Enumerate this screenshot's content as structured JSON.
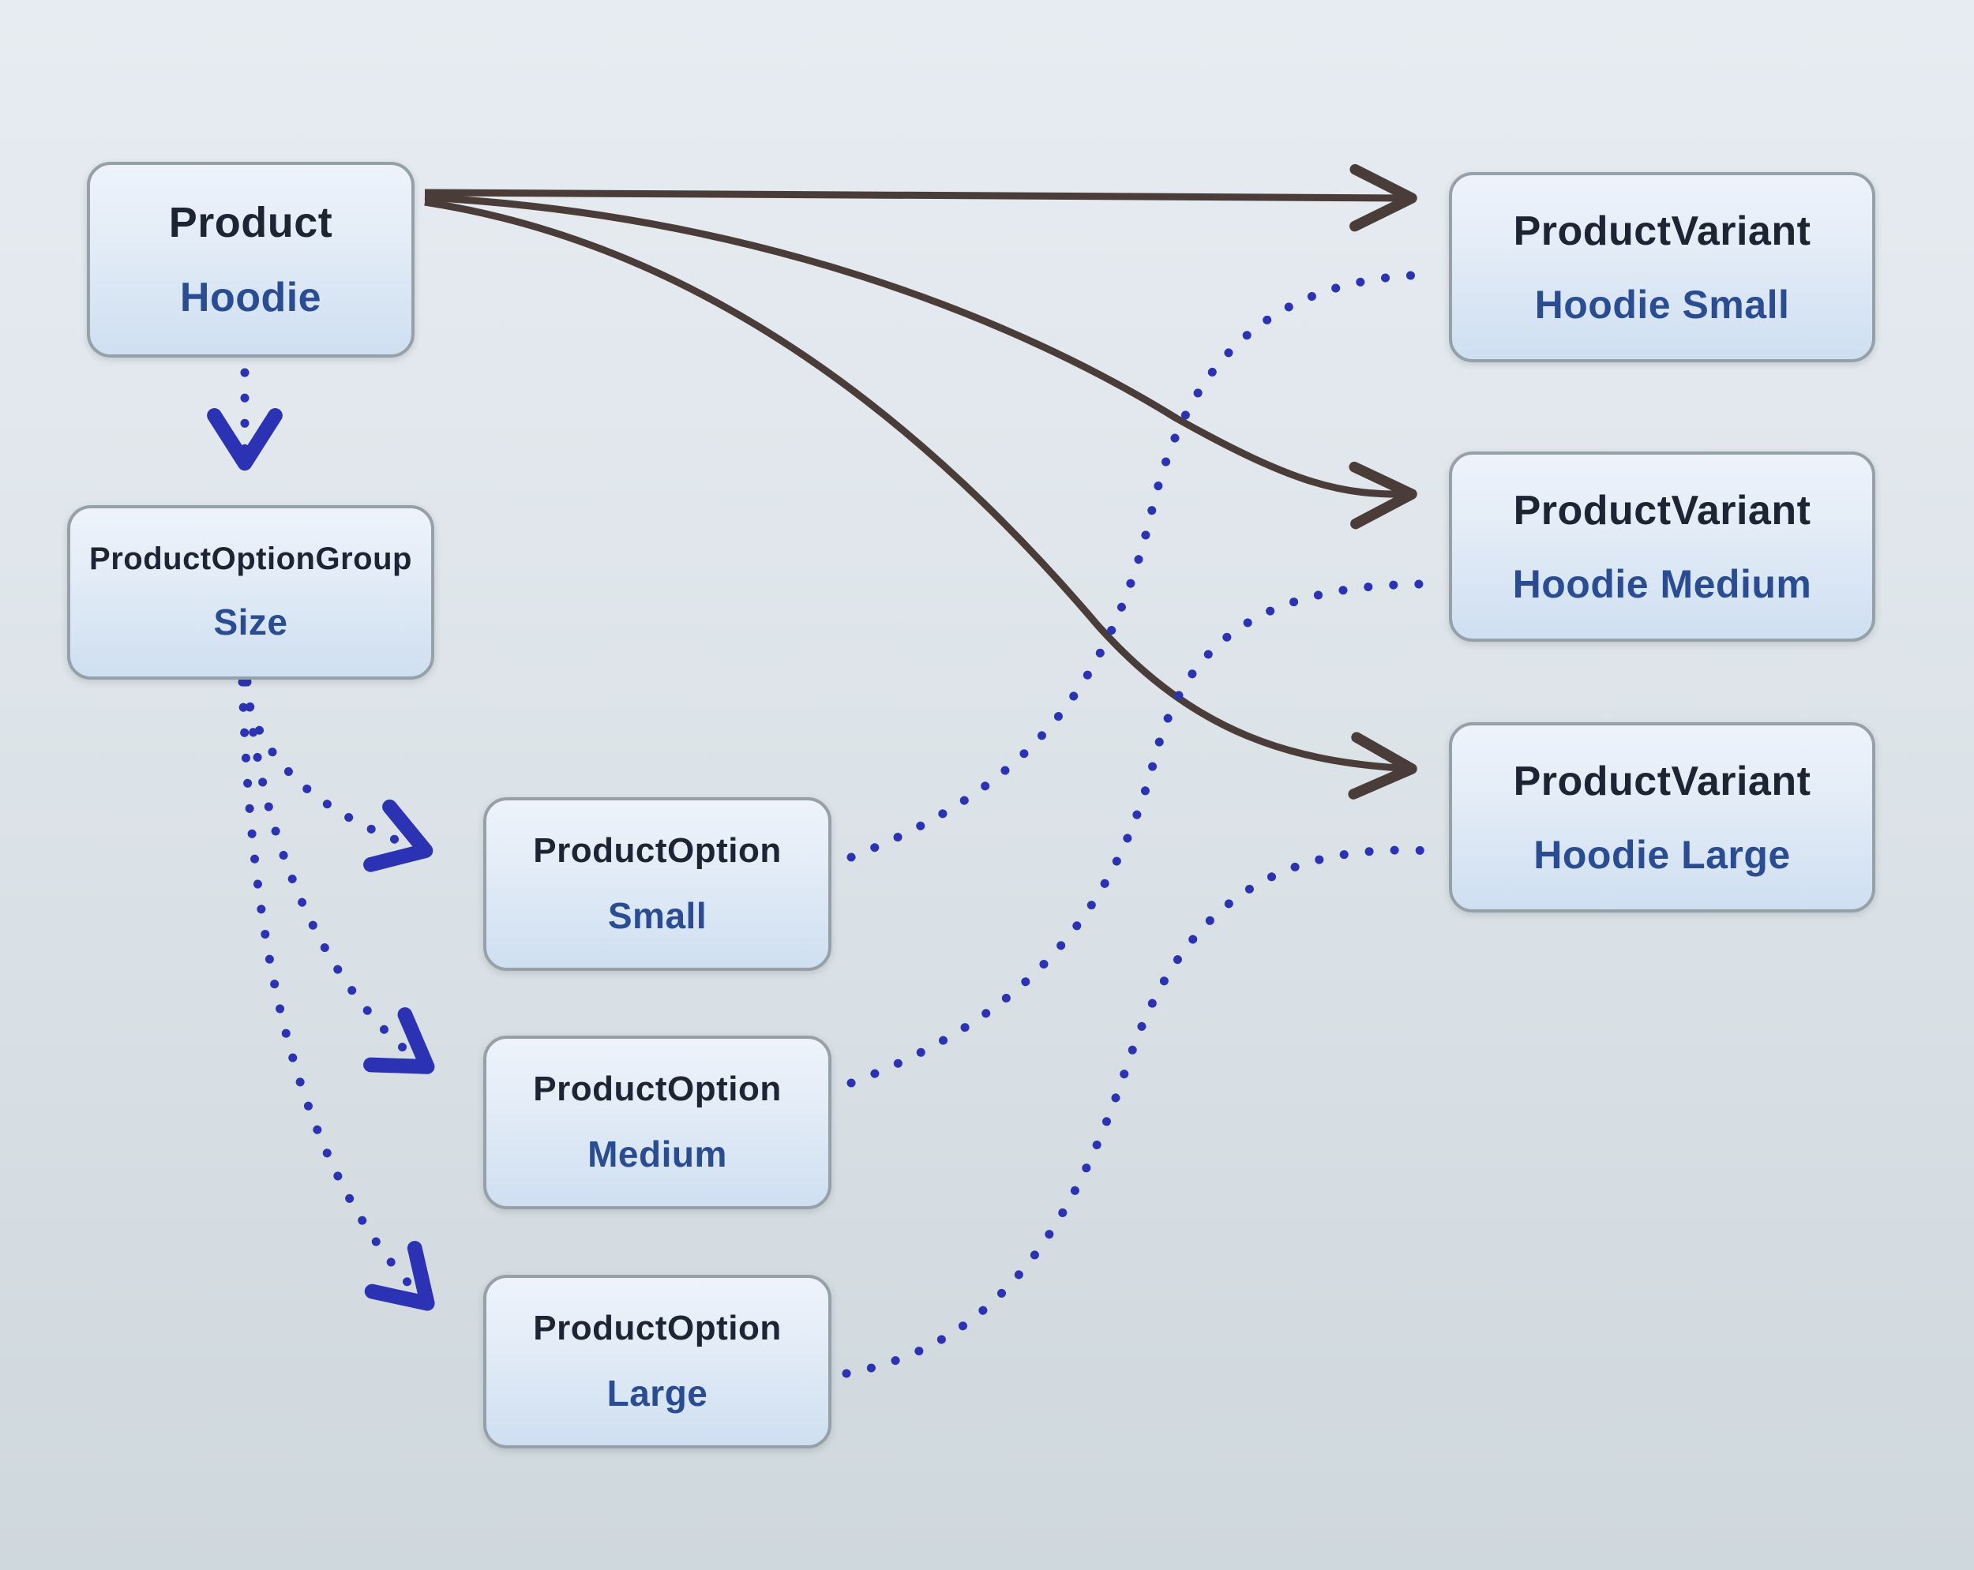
{
  "diagram": {
    "colors": {
      "background_top": "#e6ecf1",
      "background_bottom": "#cfd8dd",
      "node_fill_top": "#eef3fb",
      "node_fill_bottom": "#cfdff1",
      "node_border": "#95a0a8",
      "node_type_text": "#1d2433",
      "node_label_text": "#2a4c92",
      "solid_edge": "#4a3c38",
      "dotted_edge": "#2b32b4"
    },
    "nodes": [
      {
        "id": "product",
        "type": "Product",
        "label": "Hoodie"
      },
      {
        "id": "product-option-group",
        "type": "ProductOptionGroup",
        "label": "Size"
      },
      {
        "id": "product-option-small",
        "type": "ProductOption",
        "label": "Small"
      },
      {
        "id": "product-option-medium",
        "type": "ProductOption",
        "label": "Medium"
      },
      {
        "id": "product-option-large",
        "type": "ProductOption",
        "label": "Large"
      },
      {
        "id": "product-variant-small",
        "type": "ProductVariant",
        "label": "Hoodie Small"
      },
      {
        "id": "product-variant-medium",
        "type": "ProductVariant",
        "label": "Hoodie Medium"
      },
      {
        "id": "product-variant-large",
        "type": "ProductVariant",
        "label": "Hoodie Large"
      }
    ],
    "edges": [
      {
        "from": "product",
        "to": "product-variant-small",
        "style": "solid-arrow"
      },
      {
        "from": "product",
        "to": "product-variant-medium",
        "style": "solid-arrow"
      },
      {
        "from": "product",
        "to": "product-variant-large",
        "style": "solid-arrow"
      },
      {
        "from": "product",
        "to": "product-option-group",
        "style": "dotted-arrow"
      },
      {
        "from": "product-option-group",
        "to": "product-option-small",
        "style": "dotted-arrow"
      },
      {
        "from": "product-option-group",
        "to": "product-option-medium",
        "style": "dotted-arrow"
      },
      {
        "from": "product-option-group",
        "to": "product-option-large",
        "style": "dotted-arrow"
      },
      {
        "from": "product-option-small",
        "to": "product-variant-small",
        "style": "dotted"
      },
      {
        "from": "product-option-medium",
        "to": "product-variant-medium",
        "style": "dotted"
      },
      {
        "from": "product-option-large",
        "to": "product-variant-large",
        "style": "dotted"
      }
    ]
  }
}
